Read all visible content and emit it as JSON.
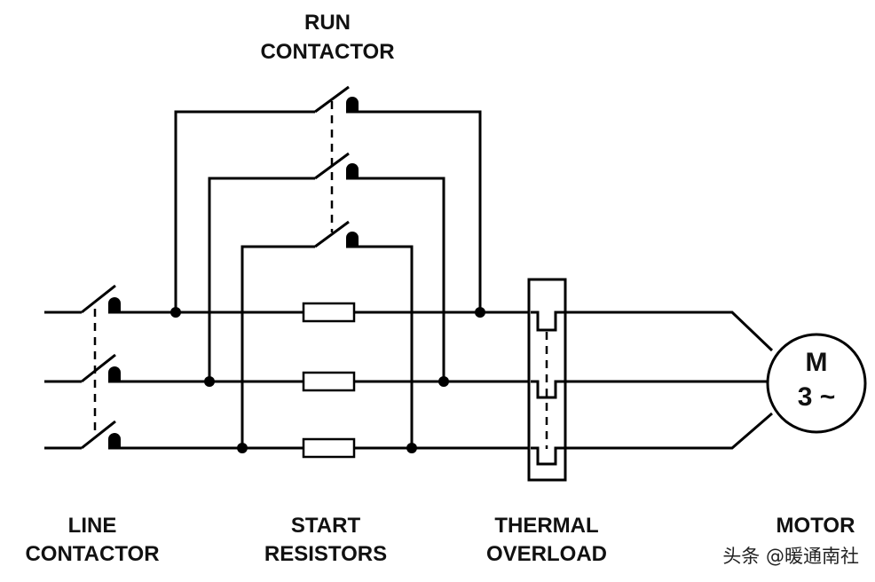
{
  "labels": {
    "run_contactor_line1": "RUN",
    "run_contactor_line2": "CONTACTOR",
    "line_contactor_line1": "LINE",
    "line_contactor_line2": "CONTACTOR",
    "start_resistors_line1": "START",
    "start_resistors_line2": "RESISTORS",
    "thermal_overload_line1": "THERMAL",
    "thermal_overload_line2": "OVERLOAD",
    "motor_label": "MOTOR"
  },
  "motor_symbol": {
    "letter": "M",
    "phase_text": "3 ~"
  },
  "watermark": "头条 @暖通南社",
  "colors": {
    "line": "#000000",
    "background": "#ffffff"
  }
}
